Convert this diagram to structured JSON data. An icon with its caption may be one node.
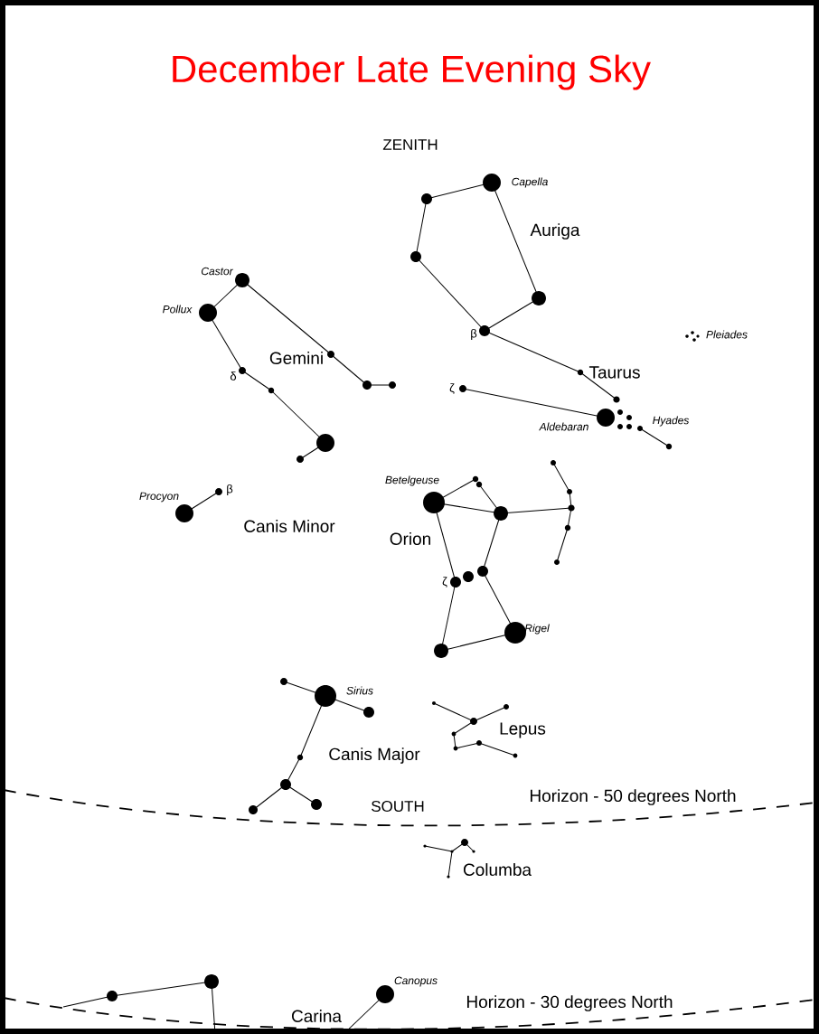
{
  "diagram": {
    "title": "December Late Evening Sky",
    "labels": [
      "ZENITH",
      "Capella",
      "Auriga",
      "Castor",
      "Pollux",
      "Pleiades",
      "β",
      "Gemini",
      "δ",
      "Taurus",
      "ζ",
      "Hyades",
      "Aldebaran",
      "Betelgeuse",
      "Procyon",
      "β",
      "Canis Minor",
      "Orion",
      "ζ",
      "Rigel",
      "Sirius",
      "Lepus",
      "Canis Major",
      "SOUTH",
      "Horizon - 50 degrees North",
      "Columba",
      "Canopus",
      "Carina",
      "Horizon - 30 degrees North"
    ]
  }
}
